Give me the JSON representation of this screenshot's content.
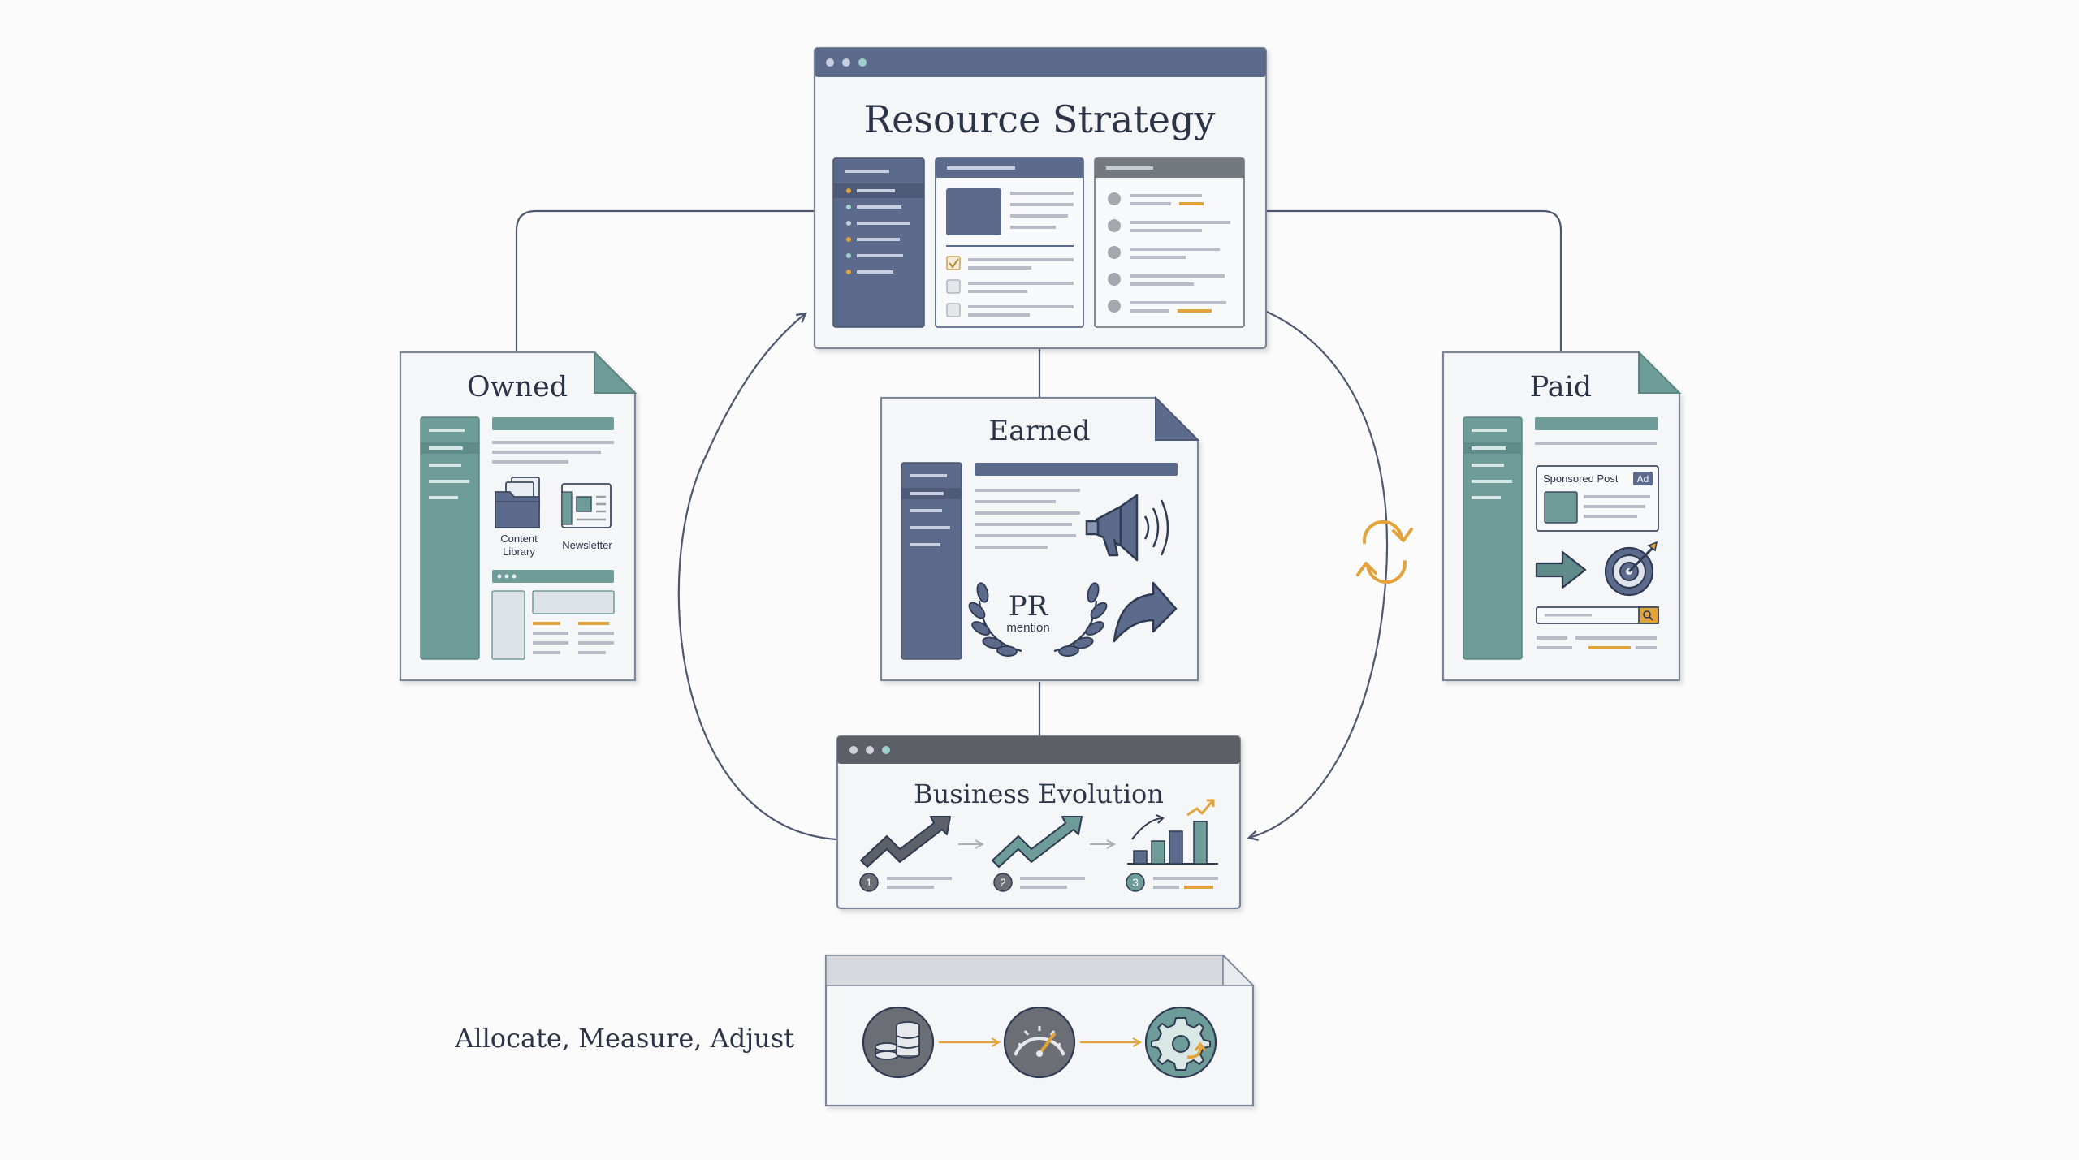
{
  "diagram": {
    "hub": {
      "title": "Resource Strategy"
    },
    "owned": {
      "title": "Owned",
      "content_library_line1": "Content",
      "content_library_line2": "Library",
      "newsletter": "Newsletter"
    },
    "earned": {
      "title": "Earned",
      "pr_big": "PR",
      "pr_small": "mention"
    },
    "paid": {
      "title": "Paid",
      "sponsored": "Sponsored Post",
      "ad_badge": "Ad"
    },
    "evolution": {
      "title": "Business Evolution",
      "steps": [
        "1",
        "2",
        "3"
      ]
    },
    "cycle": {
      "label": "Allocate, Measure, Adjust"
    },
    "colors": {
      "navy": "#5c6b8c",
      "slate": "#2e3a52",
      "teal": "#6e9c98",
      "orange": "#e2a33c",
      "gray": "#9aa0aa"
    },
    "icons": [
      "folder-icon",
      "newsletter-icon",
      "megaphone-icon",
      "laurel-icon",
      "share-arrow-icon",
      "arrow-right-icon",
      "target-icon",
      "search-icon",
      "refresh-cycle-icon",
      "trend-up-icon",
      "bar-chart-icon",
      "coins-icon",
      "gauge-icon",
      "gear-icon"
    ]
  }
}
